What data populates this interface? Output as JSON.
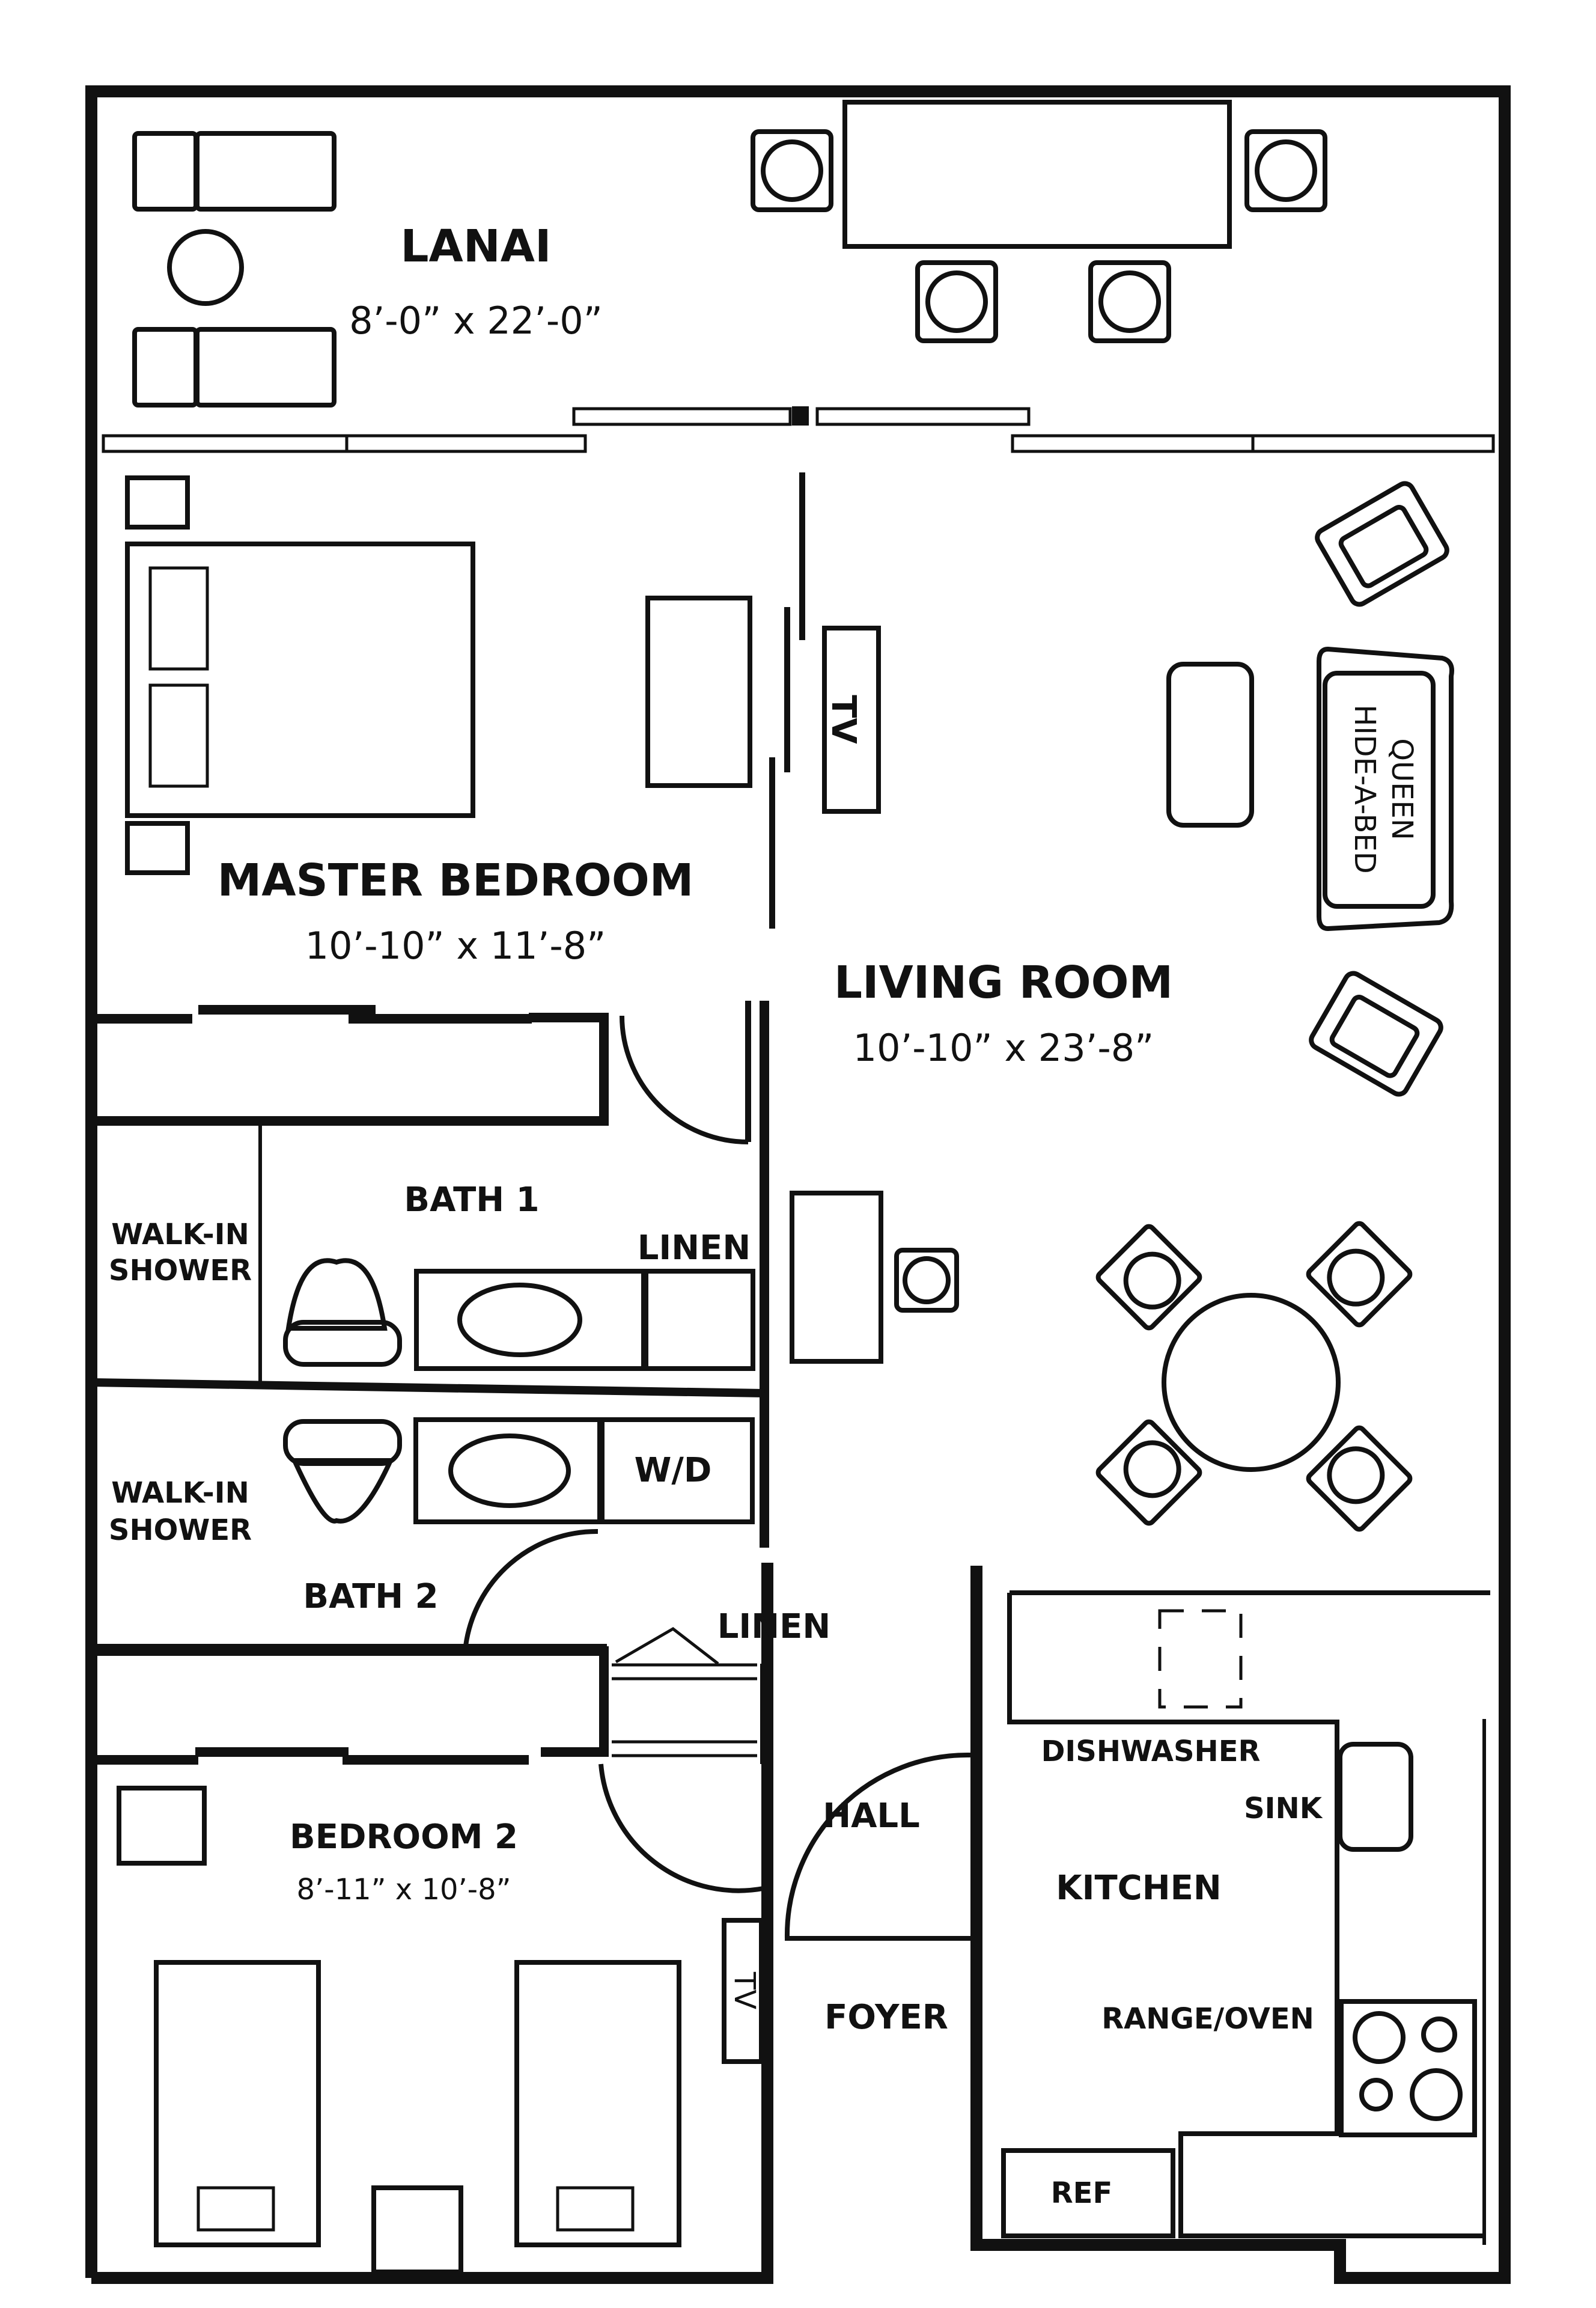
{
  "rooms": {
    "lanai": {
      "name": "LANAI",
      "dims": "8’-0” x 22’-0”"
    },
    "master_bedroom": {
      "name": "MASTER BEDROOM",
      "dims": "10’-10” x 11’-8”"
    },
    "living_room": {
      "name": "LIVING ROOM",
      "dims": "10’-10” x 23’-8”"
    },
    "bath1": {
      "name": "BATH 1"
    },
    "bath2": {
      "name": "BATH 2"
    },
    "bedroom2": {
      "name": "BEDROOM 2",
      "dims": "8’-11” x 10’-8”"
    },
    "hall": {
      "name": "HALL"
    },
    "foyer": {
      "name": "FOYER"
    },
    "kitchen": {
      "name": "KITCHEN"
    }
  },
  "fixtures": {
    "linen_bath1": "LINEN",
    "linen_hall": "LINEN",
    "walkin_shower_1_line1": "WALK-IN",
    "walkin_shower_1_line2": "SHOWER",
    "walkin_shower_2_line1": "WALK-IN",
    "walkin_shower_2_line2": "SHOWER",
    "washer_dryer": "W/D",
    "dishwasher": "DISHWASHER",
    "sink": "SINK",
    "range_oven": "RANGE/OVEN",
    "refrigerator": "REF",
    "tv_living": "TV",
    "tv_bedroom2": "TV",
    "sofa_line1": "QUEEN",
    "sofa_line2": "HIDE-A-BED"
  },
  "colors": {
    "ink": "#111111",
    "paper": "#ffffff"
  }
}
